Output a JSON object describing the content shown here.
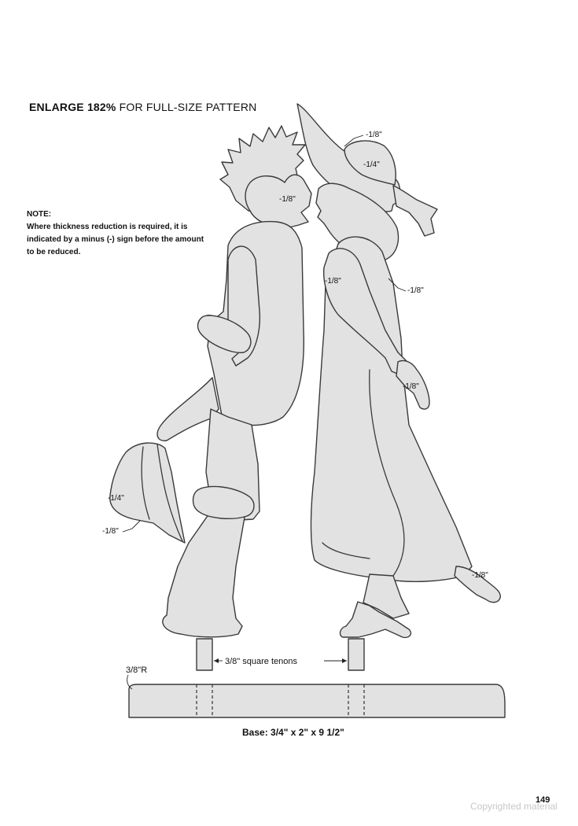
{
  "heading": {
    "bold": "ENLARGE 182%",
    "rest": " FOR FULL-SIZE PATTERN"
  },
  "note": {
    "title": "NOTE:",
    "body": "Where thickness reduction is required, it is indicated by a minus (-) sign before the amount to be reduced."
  },
  "labels": {
    "boy_head": "-1/8\"",
    "hat_brim": "-1/8\"",
    "hat_crown": "-1/4\"",
    "girl_arm_left": "-1/8\"",
    "girl_arm_right": "-1/8\"",
    "girl_hand": "-1/8\"",
    "boy_hat_a": "-1/4\"",
    "boy_hat_b": "-1/8\"",
    "girl_shoe": "-1/8\""
  },
  "tenons": "3/8\" square tenons",
  "radius": "3/8\"R",
  "base": "Base: 3/4\" x 2\" x 9 1/2\"",
  "page_number": "149",
  "copyright": "Copyrighted material"
}
